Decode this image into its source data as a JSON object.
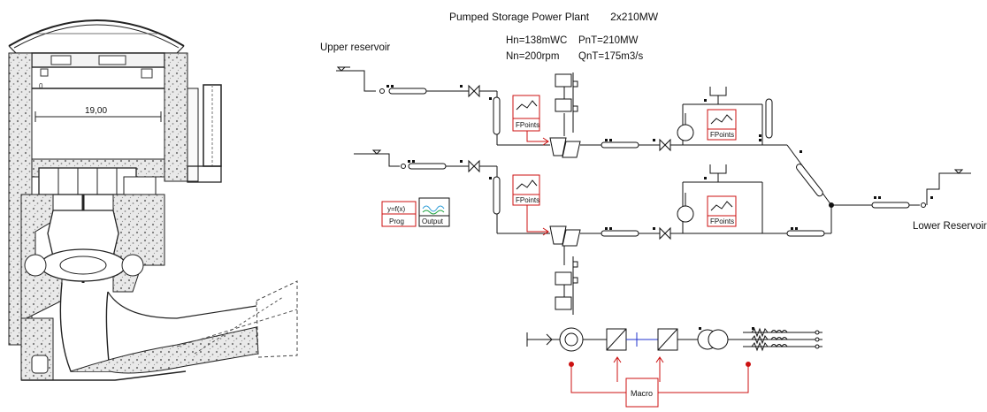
{
  "diagram": {
    "title": "Pumped Storage Power Plant",
    "rating": "2x210MW",
    "params": {
      "hn": "Hn=138mWC",
      "pnt": "PnT=210MW",
      "nn": "Nn=200rpm",
      "qnt": "QnT=175m3/s"
    },
    "labels": {
      "upper_reservoir": "Upper reservoir",
      "lower_reservoir": "Lower Reservoir",
      "section_width": "19,00"
    },
    "blocks": {
      "fpoints": "FPoints",
      "prog_top": "y=f(x)",
      "prog_bottom": "Prog",
      "output": "Output",
      "macro": "Macro"
    },
    "colors": {
      "line": "#111111",
      "control": "#cc1111",
      "output_trace": "#2a9bd6",
      "output_trace2": "#2aa84a"
    }
  }
}
